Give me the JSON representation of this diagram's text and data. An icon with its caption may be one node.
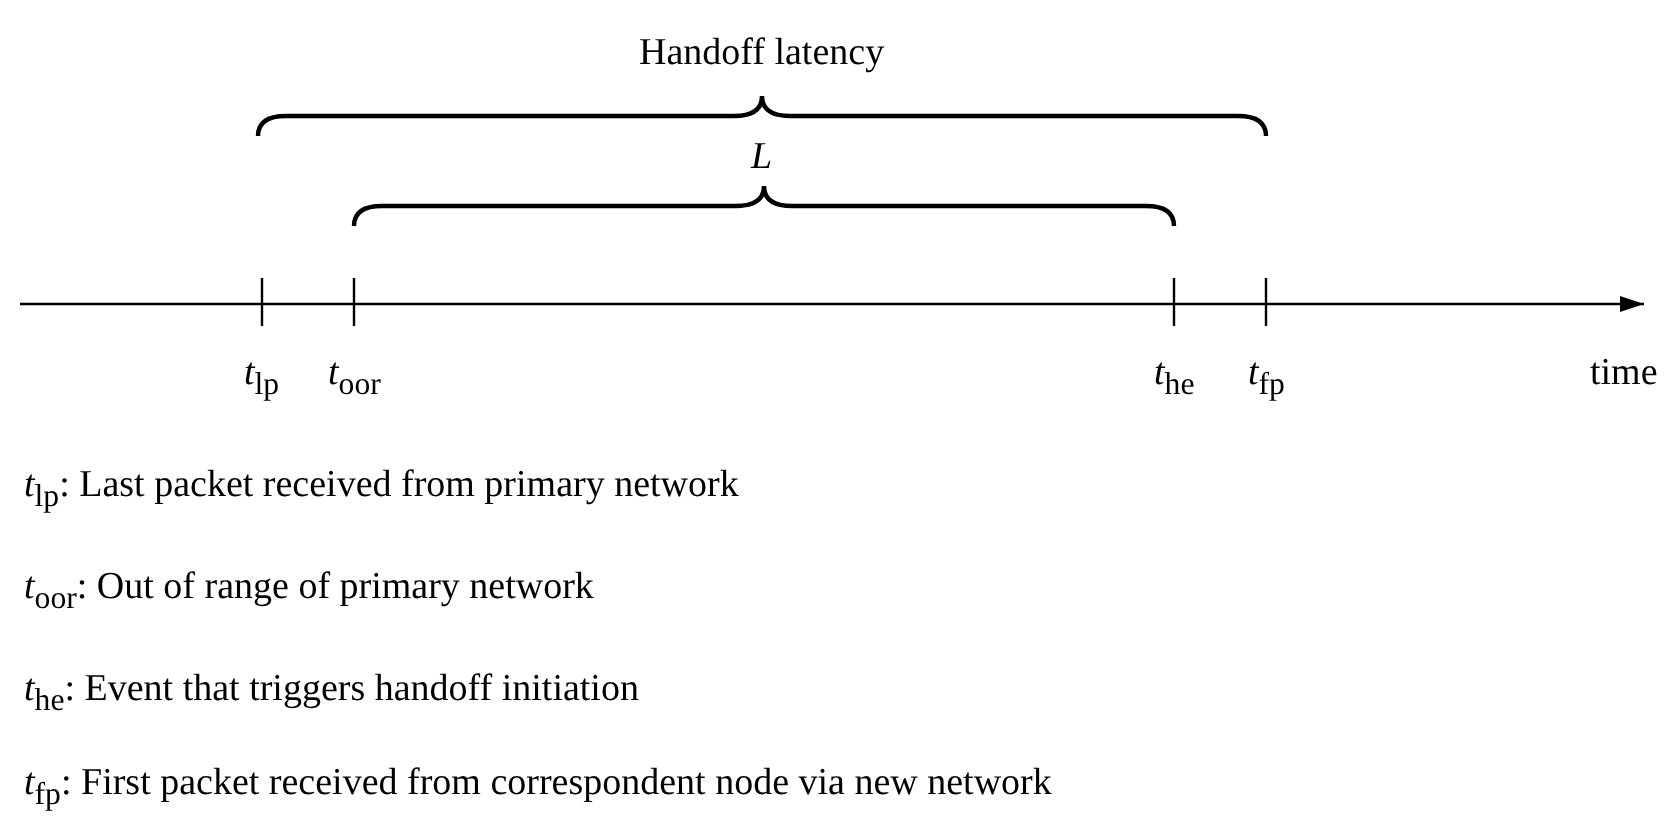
{
  "diagram": {
    "labels": [
      "Handoff latency",
      "L",
      "*t*$_{lp}$",
      "*t*$_{oor}$",
      "*t*$_{he}$",
      "*t*$_{fp}$",
      "time",
      "*t*$_{lp}$: Last packet received from primary network",
      "*t*$_{oor}$: Out of range of primary network",
      "*t*$_{he}$: Event that triggers handoff initiation",
      "*t*$_{fp}$: First packet received from correspondent node via new network"
    ]
  }
}
